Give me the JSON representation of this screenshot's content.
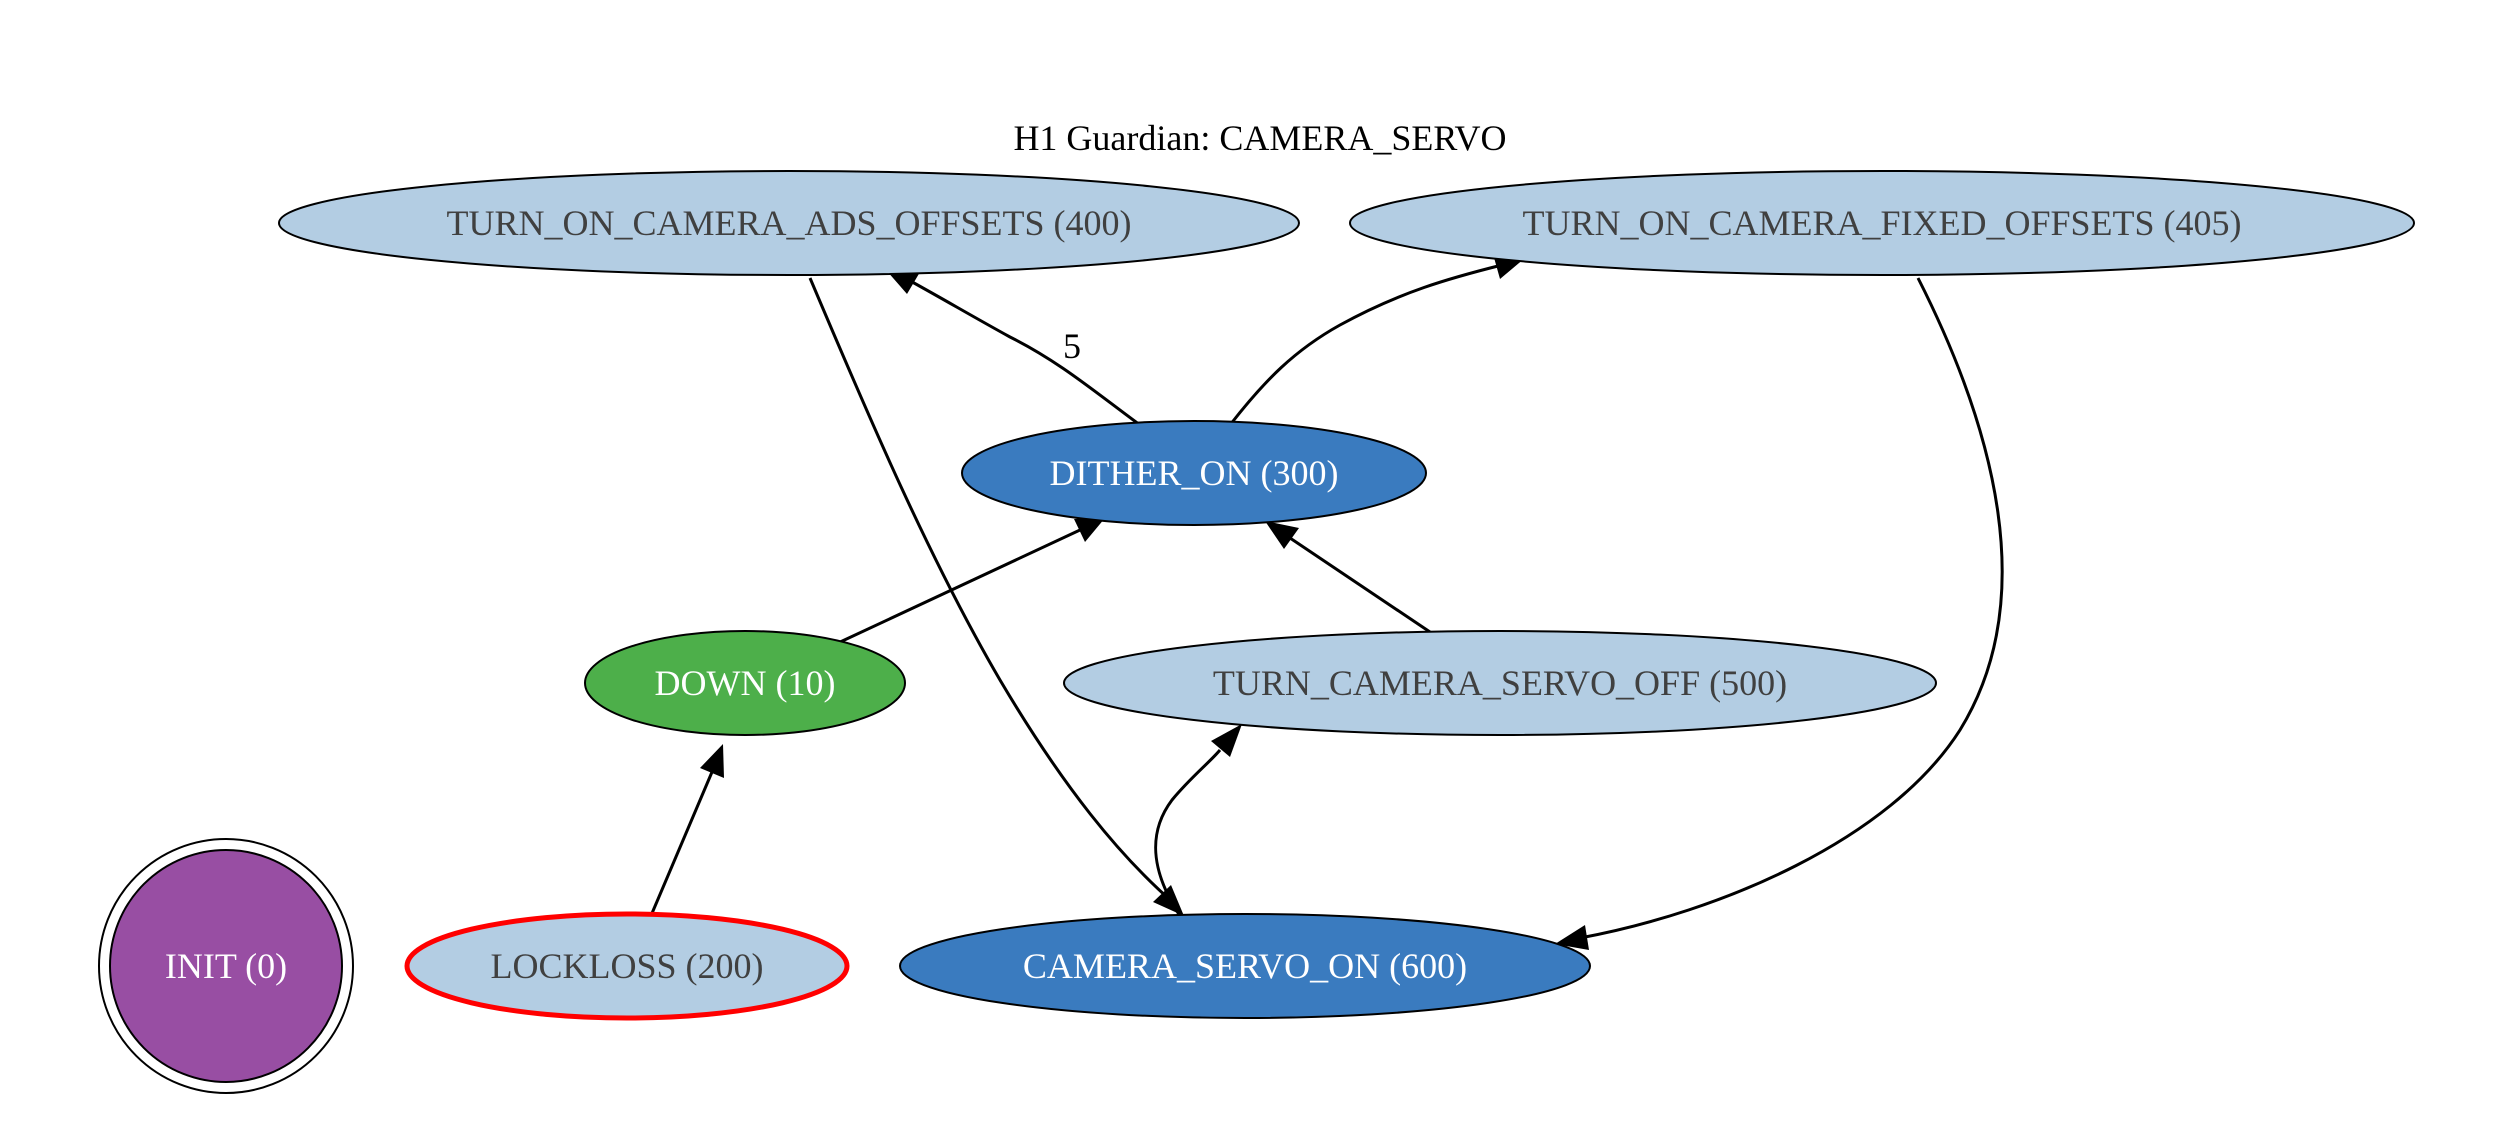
{
  "graph": {
    "title": "H1 Guardian: CAMERA_SERVO",
    "text_color_dark": "#404040",
    "text_color_light": "#ffffff",
    "edge_color": "#000000",
    "nodes": {
      "ads_offsets": {
        "label": "TURN_ON_CAMERA_ADS_OFFSETS (400)",
        "fill": "#b3cde3",
        "stroke": "#000000",
        "text_color": "#404040"
      },
      "fixed_offsets": {
        "label": "TURN_ON_CAMERA_FIXED_OFFSETS (405)",
        "fill": "#b3cde3",
        "stroke": "#000000",
        "text_color": "#404040"
      },
      "dither_on": {
        "label": "DITHER_ON (300)",
        "fill": "#3a7bbf",
        "stroke": "#000000",
        "text_color": "#ffffff"
      },
      "down": {
        "label": "DOWN (10)",
        "fill": "#4daf4a",
        "stroke": "#000000",
        "text_color": "#ffffff"
      },
      "servo_off": {
        "label": "TURN_CAMERA_SERVO_OFF (500)",
        "fill": "#b3cde3",
        "stroke": "#000000",
        "text_color": "#404040"
      },
      "init": {
        "label": "INIT (0)",
        "fill": "#984ea3",
        "stroke": "#000000",
        "text_color": "#ffffff"
      },
      "lockloss": {
        "label": "LOCKLOSS (200)",
        "fill": "#b3cde3",
        "stroke": "#ff0000",
        "text_color": "#404040"
      },
      "servo_on": {
        "label": "CAMERA_SERVO_ON (600)",
        "fill": "#3a7bbf",
        "stroke": "#000000",
        "text_color": "#ffffff"
      }
    },
    "edges": [
      {
        "from": "dither_on",
        "to": "ads_offsets",
        "label": "5"
      },
      {
        "from": "dither_on",
        "to": "fixed_offsets",
        "label": ""
      },
      {
        "from": "down",
        "to": "dither_on",
        "label": ""
      },
      {
        "from": "servo_off",
        "to": "dither_on",
        "label": ""
      },
      {
        "from": "lockloss",
        "to": "down",
        "label": ""
      },
      {
        "from": "ads_offsets",
        "to": "servo_on",
        "label": ""
      },
      {
        "from": "fixed_offsets",
        "to": "servo_on",
        "label": ""
      },
      {
        "from": "servo_on",
        "to": "servo_off",
        "label": ""
      }
    ]
  }
}
